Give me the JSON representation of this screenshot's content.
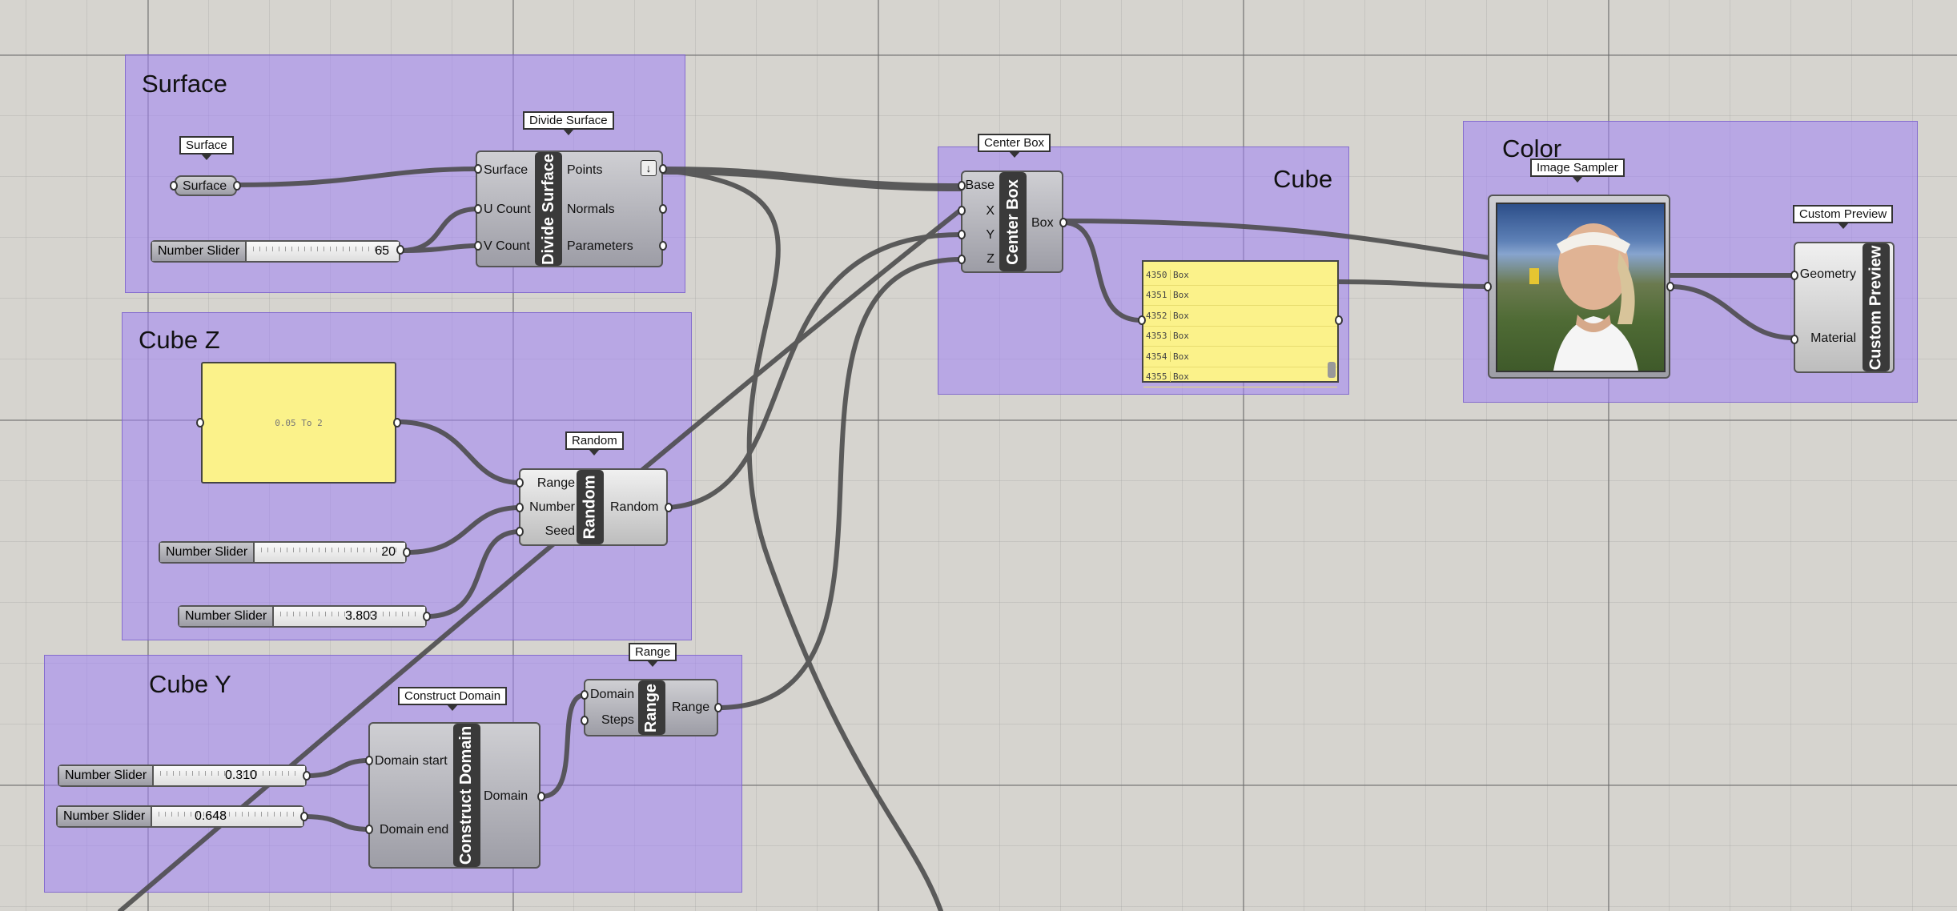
{
  "groups": {
    "surface": "Surface",
    "cube_z": "Cube Z",
    "cube_y": "Cube Y",
    "cube": "Cube",
    "color": "Color"
  },
  "tags": {
    "surface": "Surface",
    "divide_surface": "Divide Surface",
    "random": "Random",
    "range": "Range",
    "construct_domain": "Construct Domain",
    "center_box": "Center Box",
    "image_sampler": "Image Sampler",
    "custom_preview": "Custom Preview"
  },
  "components": {
    "surface_param": "Surface",
    "divide_surface": {
      "nickname": "Divide Surface",
      "inputs": [
        "Surface",
        "U Count",
        "V Count"
      ],
      "outputs": [
        "Points",
        "Normals",
        "Parameters"
      ]
    },
    "random": {
      "nickname": "Random",
      "inputs": [
        "Range",
        "Number",
        "Seed"
      ],
      "outputs": [
        "Random"
      ]
    },
    "range": {
      "nickname": "Range",
      "inputs": [
        "Domain",
        "Steps"
      ],
      "outputs": [
        "Range"
      ]
    },
    "construct_domain": {
      "nickname": "Construct Domain",
      "inputs": [
        "Domain start",
        "Domain end"
      ],
      "outputs": [
        "Domain"
      ]
    },
    "center_box": {
      "nickname": "Center Box",
      "inputs": [
        "Base",
        "X",
        "Y",
        "Z"
      ],
      "outputs": [
        "Box"
      ]
    },
    "custom_preview": {
      "nickname": "Custom Preview",
      "inputs": [
        "Geometry",
        "Material"
      ]
    }
  },
  "sliders": {
    "divide_v": {
      "label": "Number Slider",
      "value": "65"
    },
    "random_number": {
      "label": "Number Slider",
      "value": "20"
    },
    "random_seed": {
      "label": "Number Slider",
      "value": "3.803"
    },
    "domain_start": {
      "label": "Number Slider",
      "value": "0.310"
    },
    "domain_end": {
      "label": "Number Slider",
      "value": "0.648"
    }
  },
  "panels": {
    "range_panel": "0.05 To 2",
    "box_list": [
      {
        "index": "4350",
        "value": "Box"
      },
      {
        "index": "4351",
        "value": "Box"
      },
      {
        "index": "4352",
        "value": "Box"
      },
      {
        "index": "4353",
        "value": "Box"
      },
      {
        "index": "4354",
        "value": "Box"
      },
      {
        "index": "4355",
        "value": "Box"
      }
    ]
  },
  "colors": {
    "group_fill": "#a08af5",
    "panel_yellow": "#fbf28a",
    "wire": "#4a4a4a",
    "canvas": "#d6d4cf"
  }
}
